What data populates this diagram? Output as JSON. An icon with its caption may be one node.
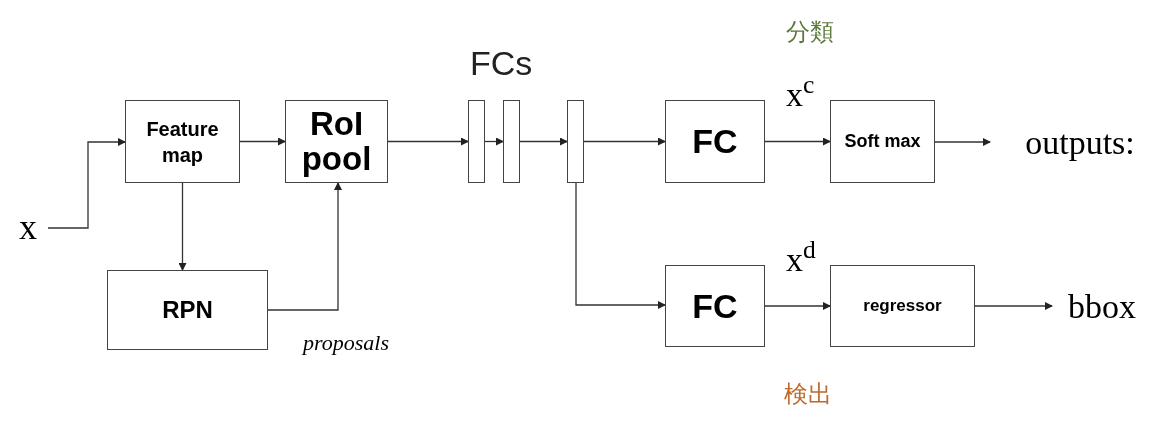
{
  "diagram": {
    "nodes": [
      {
        "text": [
          "x"
        ]
      },
      {
        "text": [
          "Feature map"
        ]
      },
      {
        "text": [
          "RoI pool"
        ]
      },
      {
        "text": [
          "RPN"
        ]
      },
      {
        "text": [],
        "shape": "bar"
      },
      {
        "text": [],
        "shape": "bar"
      },
      {
        "text": [],
        "shape": "bar"
      },
      {
        "text": [
          "FC"
        ]
      },
      {
        "text": [
          "Soft max"
        ]
      },
      {
        "text": [
          "outputs:"
        ]
      },
      {
        "text": [
          "FC"
        ]
      },
      {
        "text": [
          "regressor"
        ]
      },
      {
        "text": [
          "bbox"
        ]
      }
    ],
    "edges": [
      {
        "from": 0,
        "to": 1,
        "arrow": "to"
      },
      {
        "from": 1,
        "to": 2,
        "arrow": "to"
      },
      {
        "from": 1,
        "to": 3,
        "arrow": "to"
      },
      {
        "from": 3,
        "to": 2,
        "arrow": "to"
      },
      {
        "from": 2,
        "to": 4,
        "arrow": "to"
      },
      {
        "from": 4,
        "to": 5,
        "arrow": "to"
      },
      {
        "from": 5,
        "to": 6,
        "arrow": "to"
      },
      {
        "from": 6,
        "to": 7,
        "arrow": "to"
      },
      {
        "from": 6,
        "to": 10,
        "arrow": "to"
      },
      {
        "from": 7,
        "to": 8,
        "arrow": "to",
        "label": "x$^{c}$"
      },
      {
        "from": 8,
        "to": 9,
        "arrow": "to"
      },
      {
        "from": 10,
        "to": 11,
        "arrow": "to",
        "label": "x$^{d}$"
      },
      {
        "from": 11,
        "to": 12,
        "arrow": "to"
      }
    ],
    "labels": [
      "FCs",
      "分類",
      "proposals",
      "検出"
    ]
  }
}
